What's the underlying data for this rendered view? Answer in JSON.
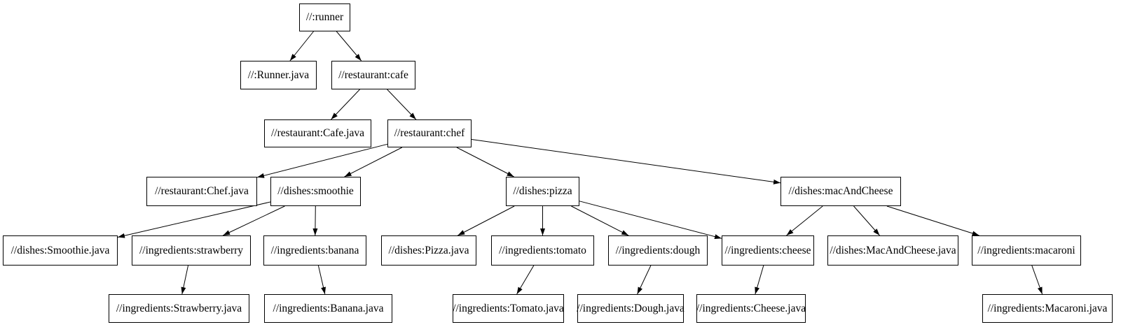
{
  "graph": {
    "background_color": "#ffffff",
    "node_border_color": "#000000",
    "node_fill_color": "#ffffff",
    "edge_color": "#000000",
    "text_color": "#000000",
    "nodes": [
      {
        "id": "runner",
        "label": "//:runner"
      },
      {
        "id": "runner-java",
        "label": "//:Runner.java"
      },
      {
        "id": "cafe",
        "label": "//restaurant:cafe"
      },
      {
        "id": "cafe-java",
        "label": "//restaurant:Cafe.java"
      },
      {
        "id": "chef",
        "label": "//restaurant:chef"
      },
      {
        "id": "chef-java",
        "label": "//restaurant:Chef.java"
      },
      {
        "id": "smoothie",
        "label": "//dishes:smoothie"
      },
      {
        "id": "pizza",
        "label": "//dishes:pizza"
      },
      {
        "id": "macandcheese",
        "label": "//dishes:macAndCheese"
      },
      {
        "id": "smoothie-java",
        "label": "//dishes:Smoothie.java"
      },
      {
        "id": "strawberry",
        "label": "//ingredients:strawberry"
      },
      {
        "id": "banana",
        "label": "//ingredients:banana"
      },
      {
        "id": "pizza-java",
        "label": "//dishes:Pizza.java"
      },
      {
        "id": "tomato",
        "label": "//ingredients:tomato"
      },
      {
        "id": "dough",
        "label": "//ingredients:dough"
      },
      {
        "id": "cheese",
        "label": "//ingredients:cheese"
      },
      {
        "id": "macandcheese-java",
        "label": "//dishes:MacAndCheese.java"
      },
      {
        "id": "macaroni",
        "label": "//ingredients:macaroni"
      },
      {
        "id": "strawberry-java",
        "label": "//ingredients:Strawberry.java"
      },
      {
        "id": "banana-java",
        "label": "//ingredients:Banana.java"
      },
      {
        "id": "tomato-java",
        "label": "//ingredients:Tomato.java"
      },
      {
        "id": "dough-java",
        "label": "//ingredients:Dough.java"
      },
      {
        "id": "cheese-java",
        "label": "//ingredients:Cheese.java"
      },
      {
        "id": "macaroni-java",
        "label": "//ingredients:Macaroni.java"
      }
    ],
    "edges": [
      [
        "runner",
        "runner-java"
      ],
      [
        "runner",
        "cafe"
      ],
      [
        "cafe",
        "cafe-java"
      ],
      [
        "cafe",
        "chef"
      ],
      [
        "chef",
        "chef-java"
      ],
      [
        "chef",
        "smoothie"
      ],
      [
        "chef",
        "pizza"
      ],
      [
        "chef",
        "macandcheese"
      ],
      [
        "smoothie",
        "smoothie-java"
      ],
      [
        "smoothie",
        "strawberry"
      ],
      [
        "smoothie",
        "banana"
      ],
      [
        "pizza",
        "pizza-java"
      ],
      [
        "pizza",
        "tomato"
      ],
      [
        "pizza",
        "dough"
      ],
      [
        "pizza",
        "cheese"
      ],
      [
        "macandcheese",
        "cheese"
      ],
      [
        "macandcheese",
        "macandcheese-java"
      ],
      [
        "macandcheese",
        "macaroni"
      ],
      [
        "strawberry",
        "strawberry-java"
      ],
      [
        "banana",
        "banana-java"
      ],
      [
        "tomato",
        "tomato-java"
      ],
      [
        "dough",
        "dough-java"
      ],
      [
        "cheese",
        "cheese-java"
      ],
      [
        "macaroni",
        "macaroni-java"
      ]
    ]
  }
}
